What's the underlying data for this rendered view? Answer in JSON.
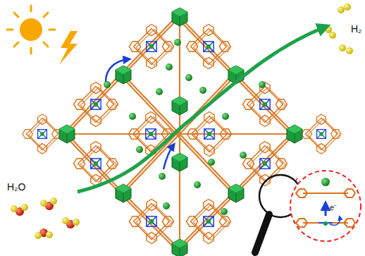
{
  "diagram": {
    "labels": [
      "H₂O",
      "H₂",
      "e⁻"
    ]
  }
}
